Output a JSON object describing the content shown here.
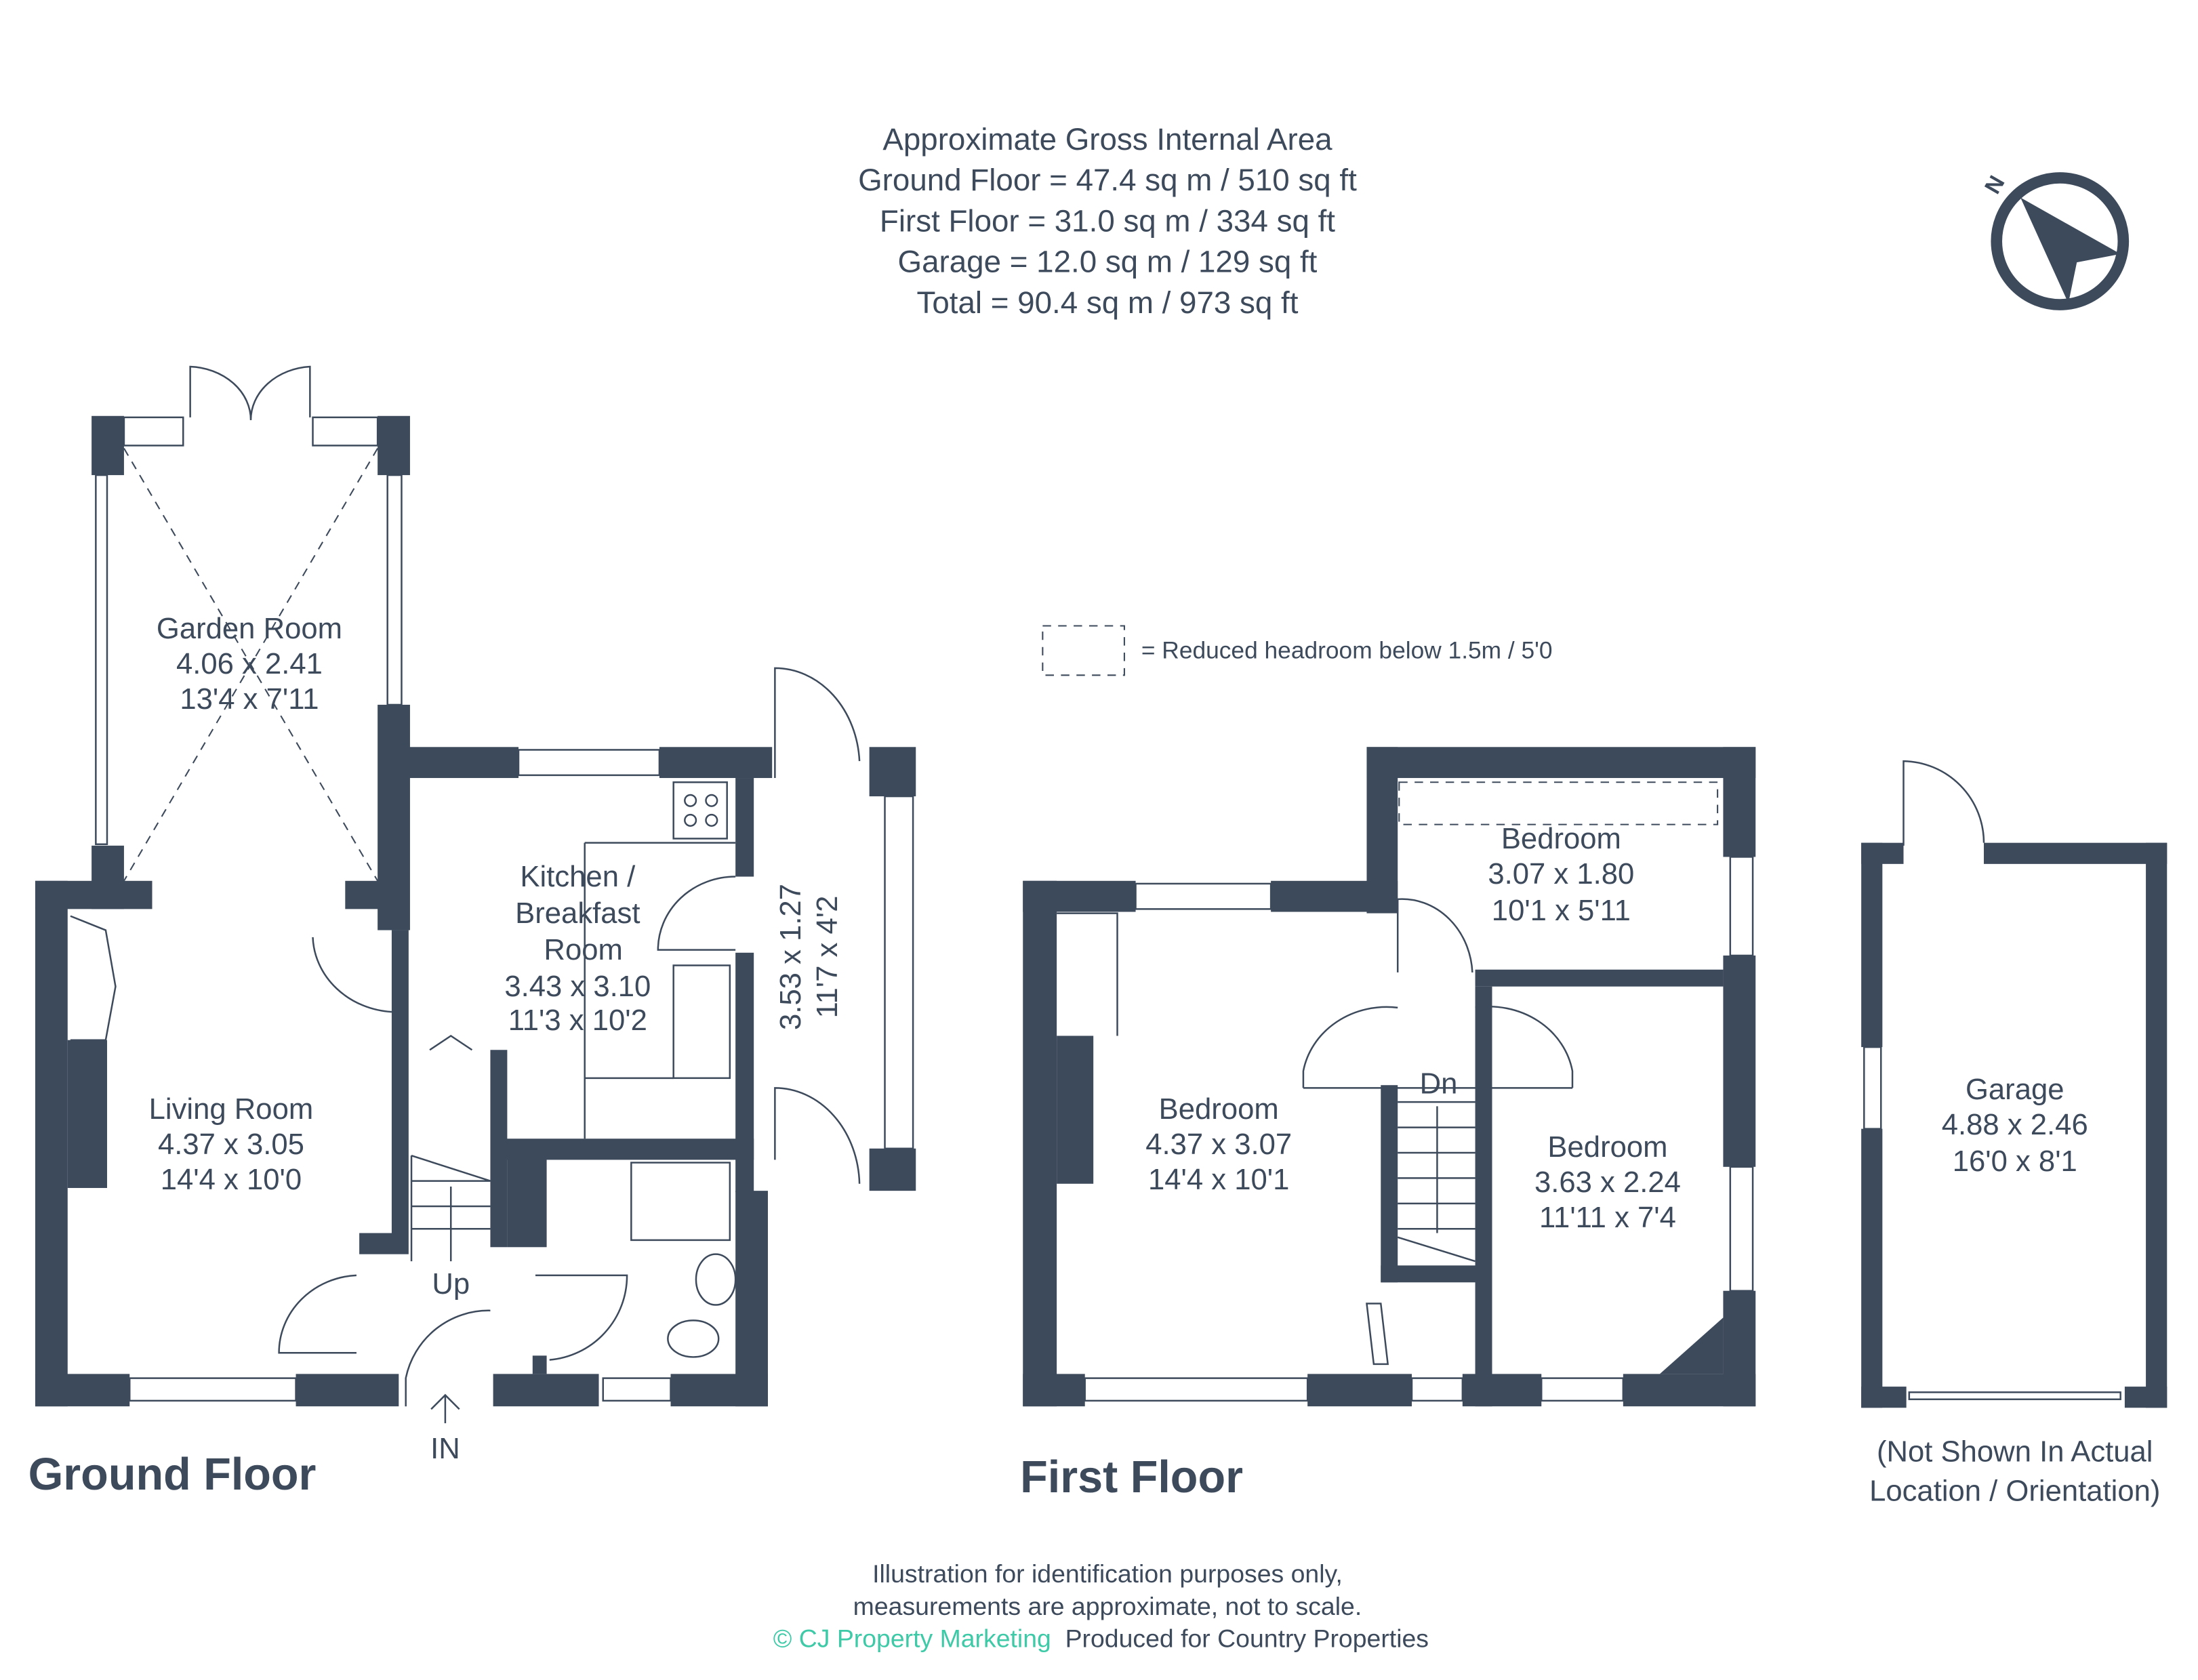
{
  "header": {
    "lines": [
      "Approximate Gross Internal Area",
      "Ground Floor = 47.4 sq m / 510 sq ft",
      "First Floor = 31.0 sq m / 334 sq ft",
      "Garage = 12.0 sq m / 129 sq ft",
      "Total = 90.4 sq m / 973 sq ft"
    ]
  },
  "compass": {
    "label": "N",
    "icon": "north-arrow-icon"
  },
  "legend": {
    "text": "= Reduced headroom below 1.5m / 5'0"
  },
  "ground_floor": {
    "title": "Ground Floor",
    "garden_room": [
      "Garden Room",
      "4.06 x 2.41",
      "13'4 x 7'11"
    ],
    "kitchen": [
      "Kitchen /",
      "Breakfast",
      "Room",
      "3.43 x 3.10",
      "11'3 x 10'2"
    ],
    "hall": [
      "3.53 x 1.27",
      "11'7 x 4'2"
    ],
    "living_room": [
      "Living Room",
      "4.37 x 3.05",
      "14'4 x 10'0"
    ],
    "stairs": "Up",
    "entrance": "IN"
  },
  "first_floor": {
    "title": "First Floor",
    "bedroom_top": [
      "Bedroom",
      "3.07 x 1.80",
      "10'1 x 5'11"
    ],
    "bedroom_left": [
      "Bedroom",
      "4.37 x 3.07",
      "14'4 x 10'1"
    ],
    "bedroom_right": [
      "Bedroom",
      "3.63 x 2.24",
      "11'11 x 7'4"
    ],
    "stairs": "Dn"
  },
  "garage": {
    "room": [
      "Garage",
      "4.88 x 2.46",
      "16'0 x 8'1"
    ],
    "note": [
      "(Not Shown In Actual",
      "Location / Orientation)"
    ]
  },
  "footer": {
    "line1": "Illustration for identification purposes only,",
    "line2": "measurements are approximate, not to scale.",
    "brand": "© CJ Property Marketing",
    "produced": "Produced for Country Properties"
  },
  "colors": {
    "wall": "#3d4a5c",
    "brand": "#3ec9a7"
  }
}
